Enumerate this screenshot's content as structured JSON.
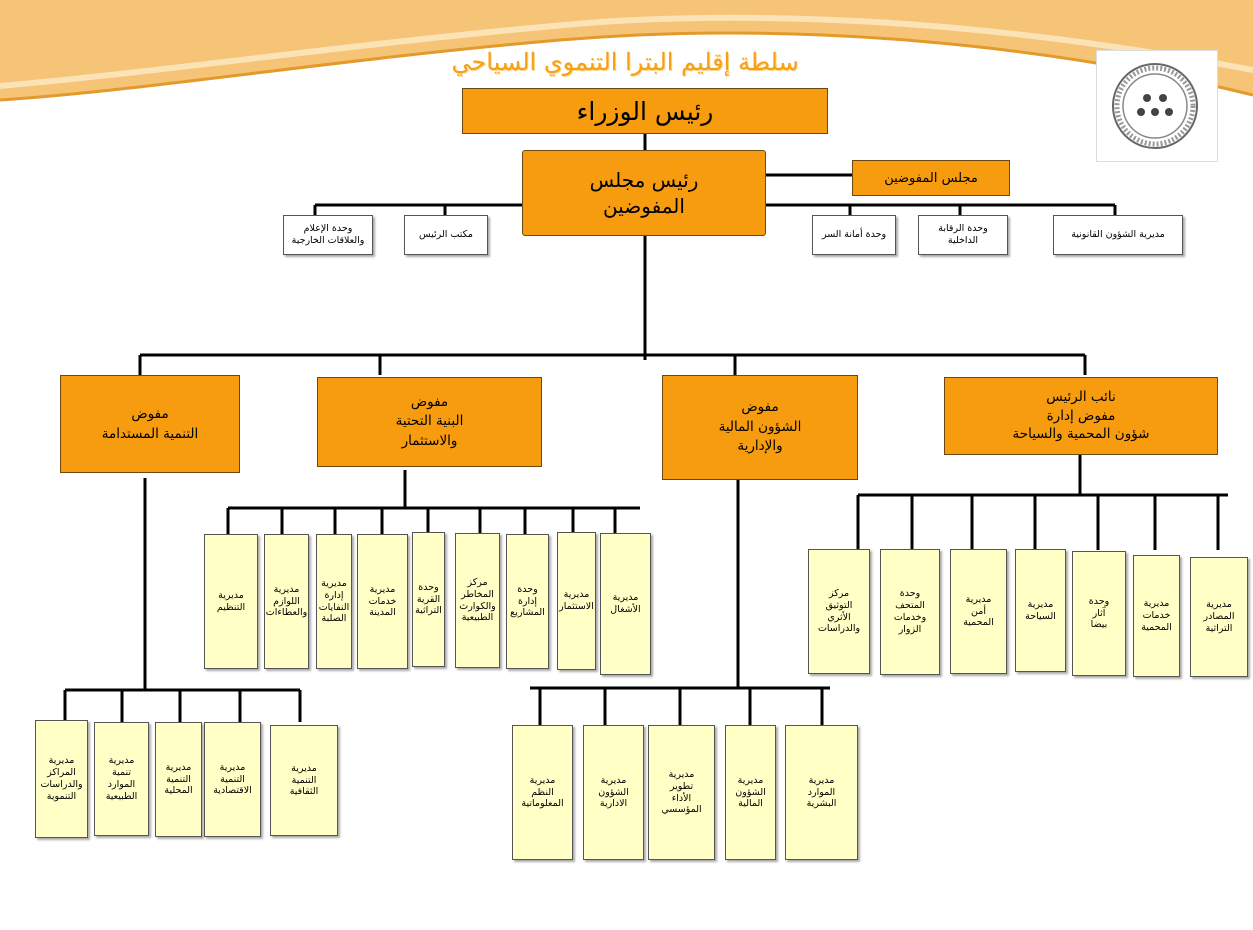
{
  "title": "سلطة إقليم البترا التنموي السياحي",
  "colors": {
    "orange": "#f79b0f",
    "pale_box": "#ffffc6",
    "banner": "#f6c477",
    "title": "#f7a017"
  },
  "logo": {
    "icon": "authority-seal-icon"
  },
  "nodes": {
    "pm": "رئيس الوزراء",
    "board_chair": "رئيس مجلس\nالمفوضين",
    "board": "مجلس المفوضين",
    "media": "وحدة الإعلام\nوالعلاقات الخارجية",
    "office": "مكتب الرئيس",
    "secretariat": "وحدة أمانة السر",
    "audit": "وحدة الرقابة\nالداخلية",
    "legal": "مديرية الشؤون القانونية",
    "c_sustain": "مفوض\nالتنمية المستدامة",
    "c_infra": "مفوض\nالبنية التحتية\nوالاستثمار",
    "c_finance": "مفوض\nالشؤون المالية\nوالإدارية",
    "c_deputy": "نائب الرئيس\nمفوض إدارة\nشؤون المحمية والسياحة",
    "i_org": "مديرية\nالتنظيم",
    "i_supplies": "مديرية\nاللوازم\nوالعطاءات",
    "i_waste": "مديرية\nإدارة\nالنفايات\nالصلبة",
    "i_city": "مديرية\nخدمات\nالمدينة",
    "i_village": "وحدة\nالقرية\nالتراثية",
    "i_risk": "مركز\nالمخاطر\nوالكوارث\nالطبيعية",
    "i_projects": "وحدة\nإدارة\nالمشاريع",
    "i_invest": "مديرية\nالاستثمار",
    "i_works": "مديرية\nالأشغال",
    "d_docs": "مركز\nالتوثيق\nالأثري\nوالدراسات",
    "d_museum": "وحدة\nالمتحف\nوخدمات\nالزوار",
    "d_security": "مديرية\nأمن\nالمحمية",
    "d_tourism": "مديرية\nالسياحة",
    "d_beida": "وحدة\nآثار\nبيضا",
    "d_reserve": "مديرية\nخدمات\nالمحمية",
    "d_heritage": "مديرية\nالمصادر\nالتراثية",
    "s_centers": "مديرية\nالمراكز\nوالدراسات\nالتنموية",
    "s_natural": "مديرية\nتنمية\nالموارد\nالطبيعية",
    "s_local": "مديرية\nالتنمية\nالمحلية",
    "s_economic": "مديرية\nالتنمية\nالاقتصادية",
    "s_culture": "مديرية\nالتنمية\nالثقافية",
    "f_it": "مديرية\nالنظم\nالمعلوماتية",
    "f_admin": "مديرية\nالشؤون\nالادارية",
    "f_perf": "مديرية\nتطوير\nالأداء\nالمؤسسي",
    "f_fin": "مديرية\nالشؤون\nالمالية",
    "f_hr": "مديرية\nالموارد\nالبشرية"
  }
}
